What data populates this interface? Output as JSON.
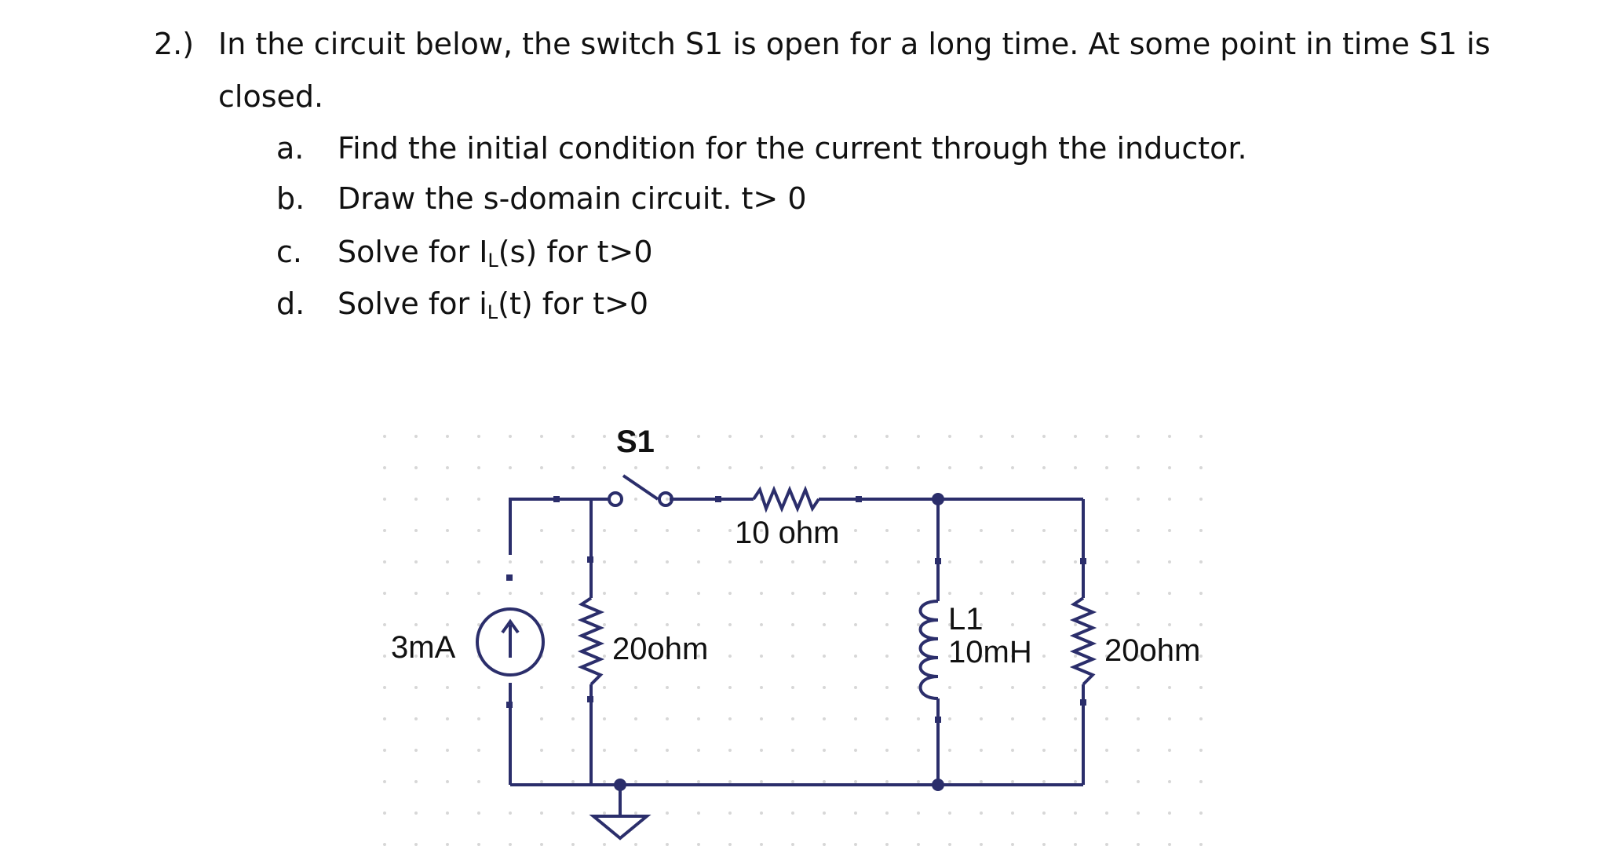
{
  "question": {
    "number": "2.)",
    "line1": "In the circuit below, the switch S1 is open for a long time. At some point in time S1 is",
    "line2": "closed.",
    "parts": [
      {
        "letter": "a.",
        "text": "Find the initial condition for the current through the inductor."
      },
      {
        "letter": "b.",
        "text": "Draw the s-domain circuit. t> 0"
      },
      {
        "letter": "c.",
        "pre": "Solve for I",
        "sub": "L",
        "post": "(s) for t>0"
      },
      {
        "letter": "d.",
        "pre": "Solve for i",
        "sub": "L",
        "post": "(t) for t>0"
      }
    ]
  },
  "circuit": {
    "switch_label": "S1",
    "current_source": "3mA",
    "resistor_left": "20ohm",
    "resistor_series": "10 ohm",
    "inductor_name": "L1",
    "inductor_value": "10mH",
    "resistor_right": "20ohm"
  },
  "colors": {
    "wire": "#2b2e6b",
    "grid_dot": "#d7d7d7"
  }
}
